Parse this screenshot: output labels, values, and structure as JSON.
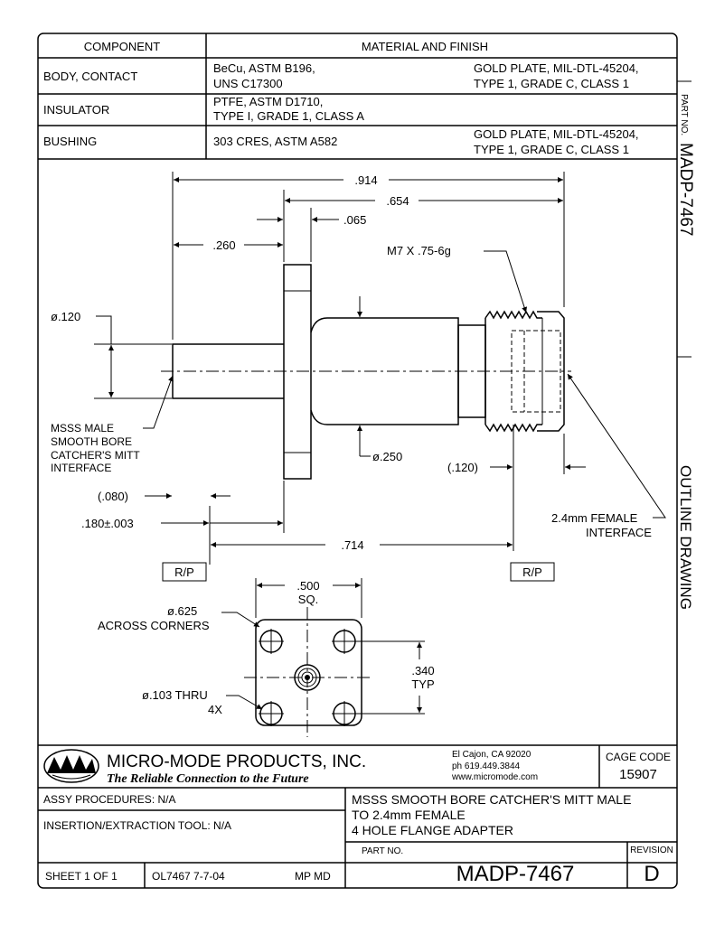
{
  "table": {
    "header_component": "COMPONENT",
    "header_material": "MATERIAL AND FINISH",
    "rows": [
      {
        "component": "BODY, CONTACT",
        "mat_line1": "BeCu, ASTM B196,",
        "mat_line2": "UNS C17300",
        "fin_line1": "GOLD PLATE, MIL-DTL-45204,",
        "fin_line2": "TYPE 1, GRADE C, CLASS 1"
      },
      {
        "component": "INSULATOR",
        "mat_line1": "PTFE, ASTM D1710,",
        "mat_line2": "TYPE I, GRADE 1, CLASS A",
        "fin_line1": "",
        "fin_line2": ""
      },
      {
        "component": "BUSHING",
        "mat_line1": "303 CRES, ASTM A582",
        "mat_line2": "",
        "fin_line1": "GOLD PLATE, MIL-DTL-45204,",
        "fin_line2": "TYPE 1, GRADE C, CLASS 1"
      }
    ]
  },
  "side": {
    "part_no_label": "PART NO.",
    "part_no": "MADP-7467",
    "drawing_type": "OUTLINE DRAWING"
  },
  "dims": {
    "d914": ".914",
    "d654": ".654",
    "d065": ".065",
    "d260": ".260",
    "thread": "M7 X .75-6g",
    "dia120": "ø.120",
    "male_1": "MSSS MALE",
    "male_2": "SMOOTH BORE",
    "male_3": "CATCHER'S MITT",
    "male_4": "INTERFACE",
    "dia250": "ø.250",
    "ref120": "(.120)",
    "ref080": "(.080)",
    "d180": ".180±.003",
    "female_1": "2.4mm FEMALE",
    "female_2": "INTERFACE",
    "d714": ".714",
    "rp_left": "R/P",
    "rp_right": "R/P",
    "d500": ".500",
    "sq": "SQ.",
    "dia625": "ø.625",
    "across": "ACROSS CORNERS",
    "d340": ".340",
    "typ": "TYP",
    "dia103": "ø.103 THRU",
    "qty4x": "4X"
  },
  "title_block": {
    "company": "MICRO-MODE PRODUCTS, INC.",
    "slogan": "The Reliable Connection to the Future",
    "address": "El Cajon, CA 92020",
    "phone": "ph 619.449.3844",
    "web": "www.micromode.com",
    "cage_label": "CAGE CODE",
    "cage_code": "15907",
    "assy": "ASSY PROCEDURES: N/A",
    "insertion": "INSERTION/EXTRACTION TOOL: N/A",
    "desc_1": "MSSS SMOOTH BORE CATCHER'S MITT MALE",
    "desc_2": "TO 2.4mm FEMALE",
    "desc_3": "4 HOLE FLANGE ADAPTER",
    "part_no_label": "PART NO.",
    "part_no": "MADP-7467",
    "revision_label": "REVISION",
    "revision": "D",
    "sheet": "SHEET 1 OF 1",
    "drawing_ref": "OL7467 7-7-04",
    "initials": "MP MD"
  },
  "icons": [
    "company-logo-icon"
  ]
}
